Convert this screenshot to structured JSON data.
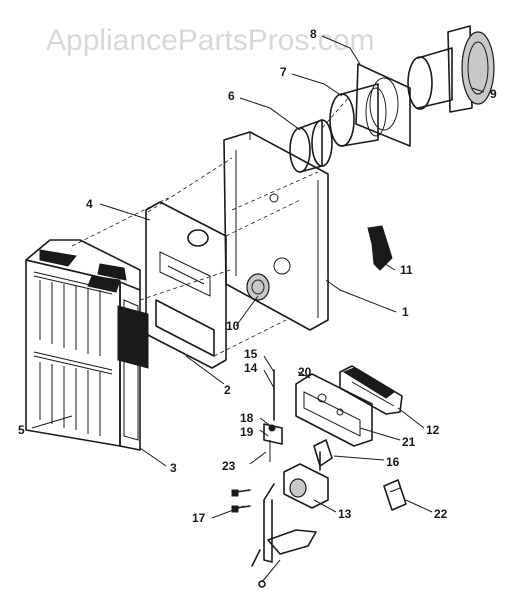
{
  "watermark": "AppliancePartsPros.com",
  "callouts": {
    "c1": "1",
    "c2": "2",
    "c3": "3",
    "c4": "4",
    "c5": "5",
    "c6": "6",
    "c7": "7",
    "c8": "8",
    "c9": "9",
    "c10": "10",
    "c11": "11",
    "c12": "12",
    "c13": "13",
    "c14": "14",
    "c15": "15",
    "c16": "16",
    "c17": "17",
    "c18": "18",
    "c19": "19",
    "c20": "20",
    "c21": "21",
    "c22": "22",
    "c23": "23"
  }
}
